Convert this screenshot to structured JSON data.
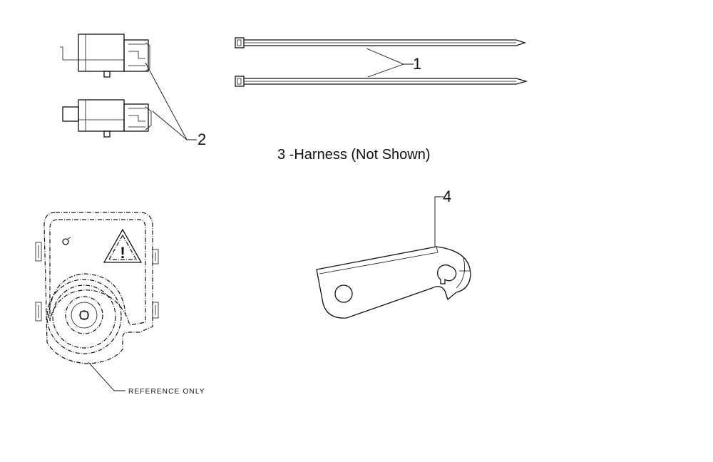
{
  "callouts": {
    "item1": "1",
    "item2": "2",
    "item4": "4"
  },
  "harness_note": "3 -Harness (Not Shown)",
  "reference_note": "REFERENCE ONLY",
  "colors": {
    "line": "#111111",
    "background": "#ffffff"
  }
}
